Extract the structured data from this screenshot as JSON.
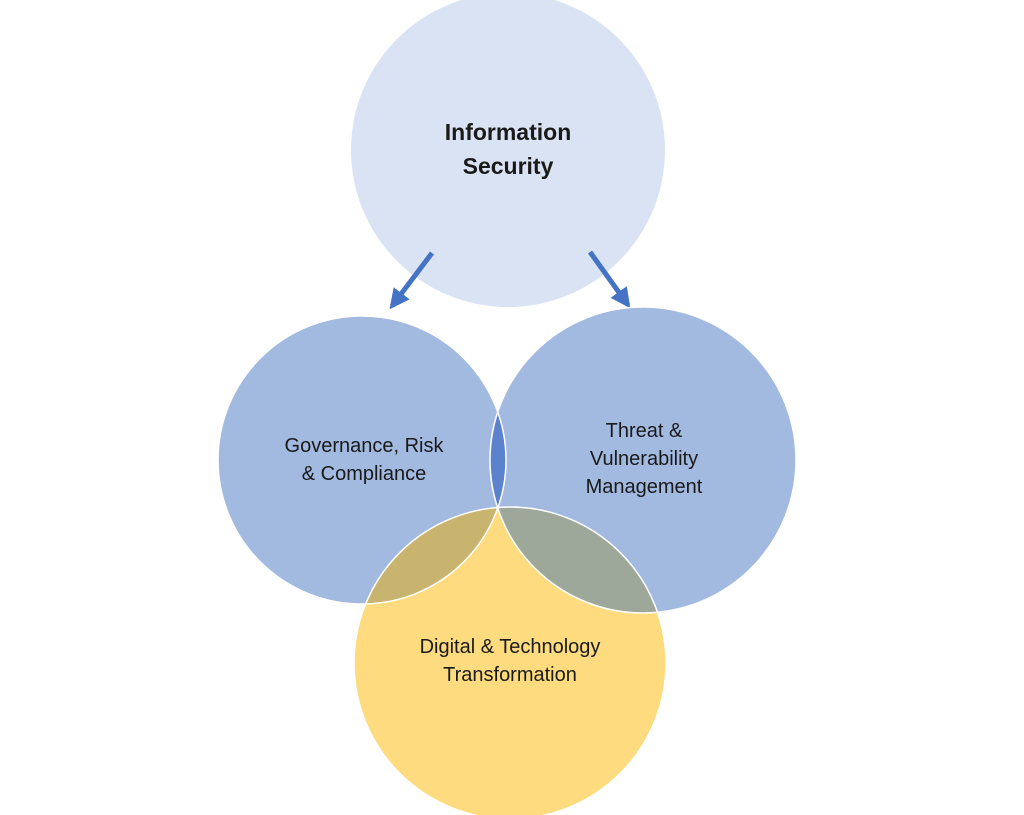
{
  "diagram": {
    "top_node": {
      "line1": "Information",
      "line2": "Security",
      "color": "#DAE3F3"
    },
    "left_node": {
      "line1": "Governance, Risk",
      "line2": "& Compliance",
      "color": "#A2B9E0"
    },
    "right_node": {
      "line1": "Threat &",
      "line2": "Vulnerability",
      "line3": "Management",
      "color": "#A2B9E0"
    },
    "bottom_node": {
      "line1": "Digital & Technology",
      "line2": "Transformation",
      "color": "#FEDB7E"
    },
    "colors": {
      "arrow": "#4472C4",
      "overlap_blue": "#5B82CC",
      "overlap_left_yellow": "#C8B46E",
      "overlap_right_yellow": "#9EA89A",
      "outline": "#ffffff"
    }
  }
}
